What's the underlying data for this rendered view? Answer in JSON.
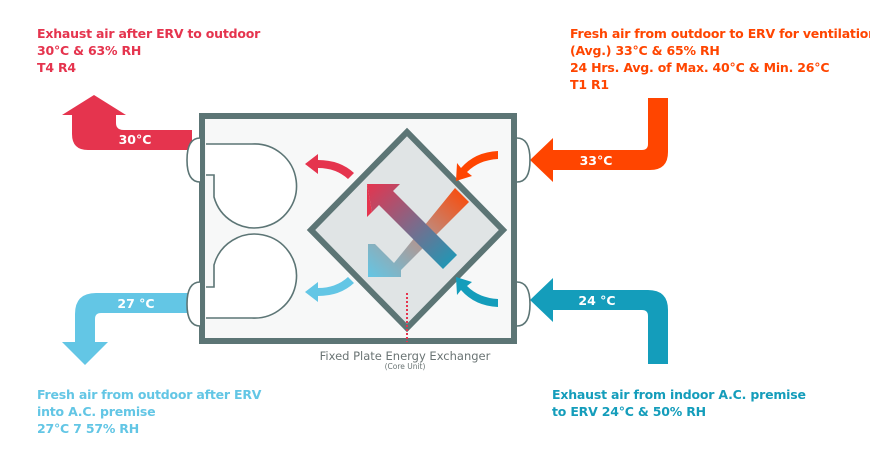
{
  "colors": {
    "exhaust_out": "#e5344e",
    "fresh_in": "#ff4500",
    "fresh_out": "#63c6e5",
    "exhaust_in": "#149dbb",
    "unit_frame": "#5c7575",
    "unit_fill": "#f7f8f8",
    "core_fill": "#e0e4e5",
    "caption_text": "#6a7474"
  },
  "labels": {
    "exhaust_after_erv": {
      "lines": [
        "Exhaust air after ERV to outdoor",
        "30°C & 63% RH",
        "T4 R4"
      ]
    },
    "fresh_from_outdoor": {
      "lines": [
        "Fresh air from outdoor to ERV for ventilation",
        "(Avg.) 33°C & 65% RH",
        "24 Hrs. Avg. of Max. 40°C & Min. 26°C",
        "T1 R1"
      ]
    },
    "fresh_after_erv": {
      "lines": [
        "Fresh air from outdoor after ERV",
        "into A.C. premise",
        "27°C 7 57% RH"
      ]
    },
    "exhaust_from_indoor": {
      "lines": [
        "Exhaust air from indoor A.C. premise",
        "to ERV 24°C & 50% RH"
      ]
    }
  },
  "ducts": {
    "exhaust_out_temp": "30°C",
    "fresh_in_temp": "33°C",
    "fresh_out_temp": "27 °C",
    "exhaust_in_temp": "24 °C"
  },
  "core": {
    "title": "Fixed Plate Energy Exchanger",
    "subtitle": "(Core Unit)"
  }
}
